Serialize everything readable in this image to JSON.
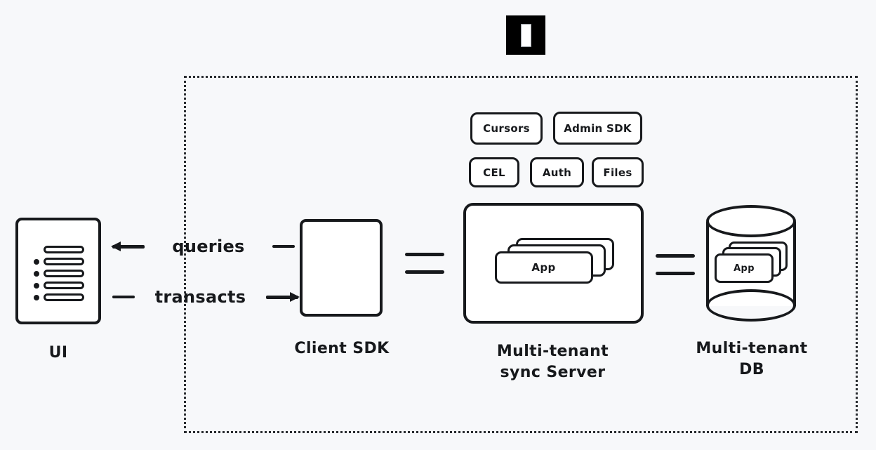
{
  "canvas": {
    "background_color": "#f7f8fa",
    "ink_color": "#17191c"
  },
  "logo": {
    "name": "instantdb-logo",
    "shape": "black-square-with-white-bar",
    "background_color": "#000000",
    "bar_color": "#ffffff"
  },
  "boundary": {
    "style": "dotted",
    "color": "#2a2d31"
  },
  "nodes": {
    "ui": {
      "caption": "UI",
      "icon": "list-icon",
      "rows": 5,
      "bullets": 4
    },
    "client_sdk": {
      "caption": "Client SDK",
      "body": ""
    },
    "sync_server": {
      "caption": "Multi-tenant\nsync Server",
      "caption_line1": "Multi-tenant",
      "caption_line2": "sync Server",
      "stack_label": "App",
      "stack_count": 3
    },
    "db": {
      "caption": "Multi-tenant\nDB",
      "caption_line1": "Multi-tenant",
      "caption_line2": "DB",
      "stack_label": "App",
      "stack_count": 3,
      "shape": "cylinder"
    }
  },
  "flows": [
    {
      "label": "queries",
      "direction": "left",
      "left_marker": "arrow-left",
      "right_marker": "dash"
    },
    {
      "label": "transacts",
      "direction": "right",
      "left_marker": "dash",
      "right_marker": "arrow-right"
    }
  ],
  "connectors": [
    {
      "name": "client-to-server",
      "glyph": "equals"
    },
    {
      "name": "server-to-db",
      "glyph": "equals"
    }
  ],
  "feature_pills": [
    {
      "label": "Cursors"
    },
    {
      "label": "Admin SDK"
    },
    {
      "label": "CEL"
    },
    {
      "label": "Auth"
    },
    {
      "label": "Files"
    }
  ]
}
